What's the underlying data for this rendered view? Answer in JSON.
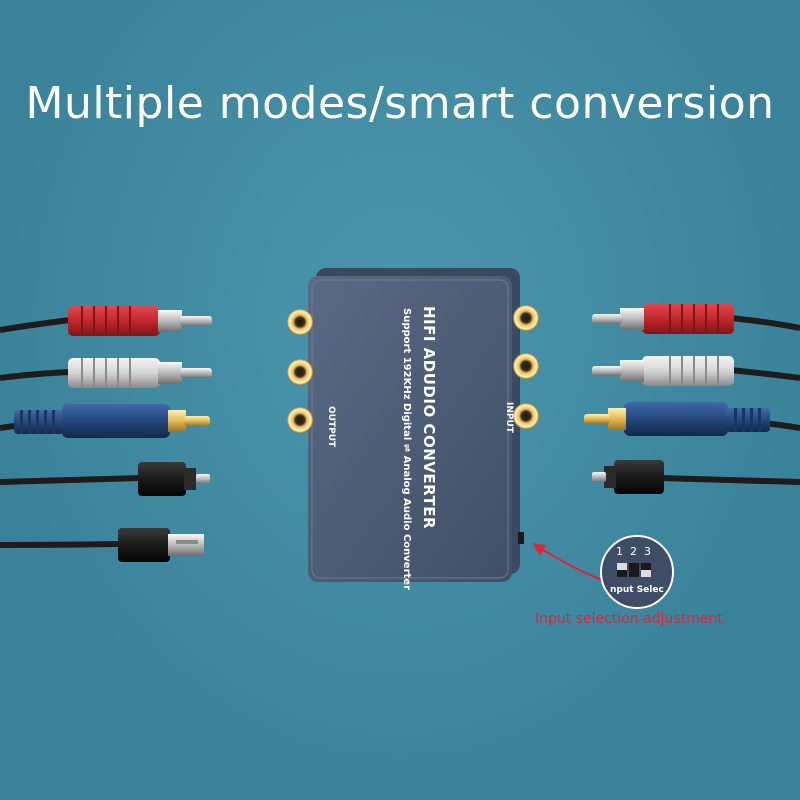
{
  "headline": "Multiple modes/smart conversion",
  "device": {
    "title": "HIFI ADUDIO CONVERTER",
    "subtitle": "Support 192KHz Digital ⇌ Analog Audio Converter",
    "output_label": "OUTPUT",
    "input_label": "INPUT"
  },
  "switch_zoom": {
    "numbers": "123",
    "caption": "nput Selec"
  },
  "callout": {
    "label": "Input selection adjustment",
    "color": "#d8283a"
  },
  "colors": {
    "background": "#3f8fa9",
    "device_body": "#4c5c74",
    "rca_red": "#c2272d",
    "rca_white": "#dcdcdc",
    "coax_blue": "#25477c",
    "gold": "#e8c26a"
  }
}
